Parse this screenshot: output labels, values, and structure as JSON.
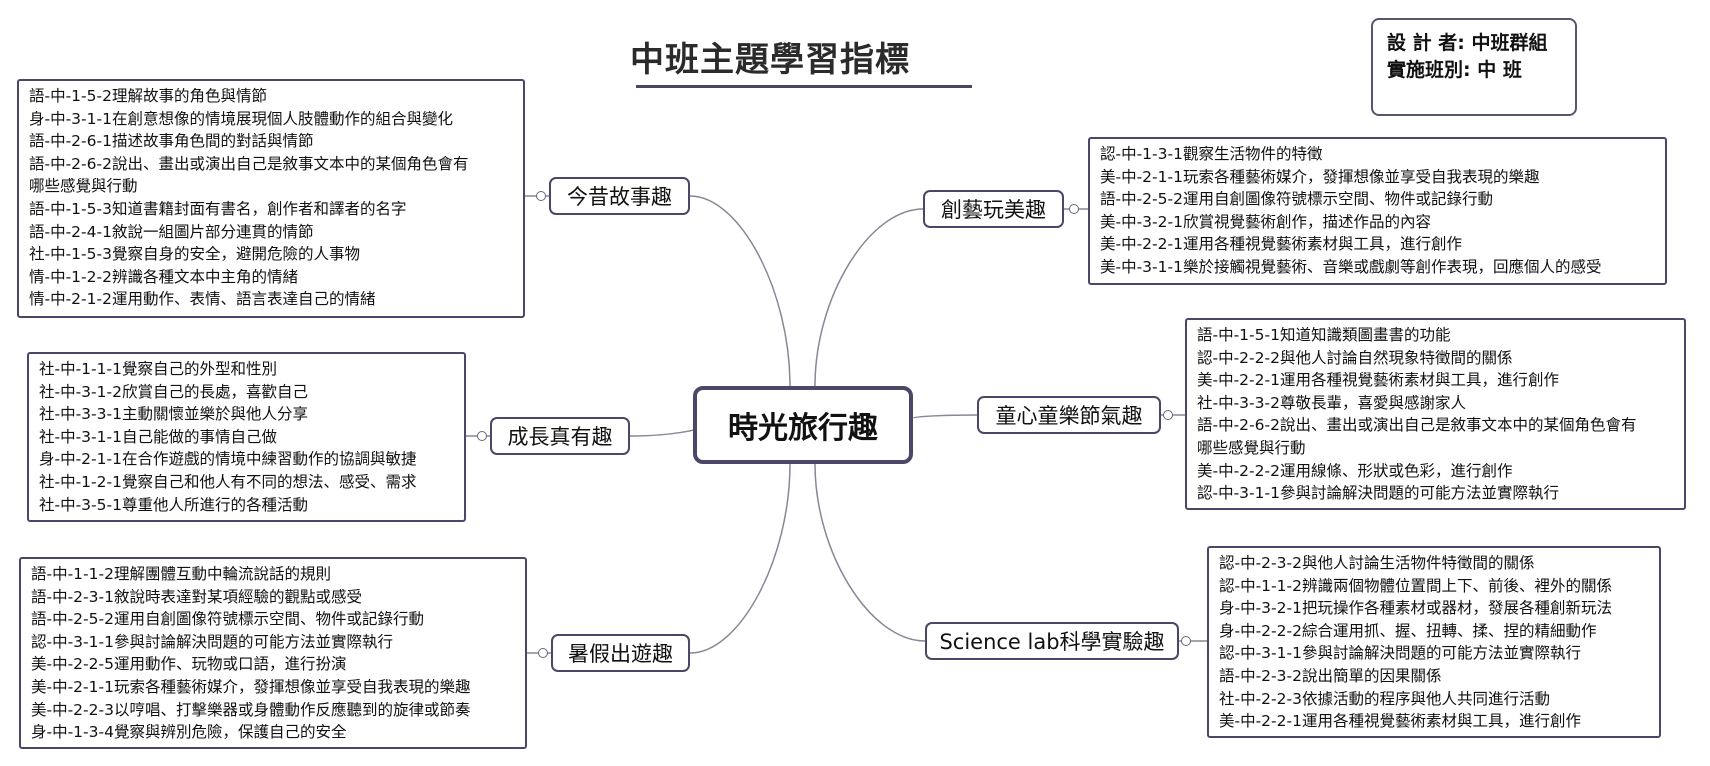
{
  "page_title": "中班主題學習指標",
  "designer": {
    "line1": "設 計 者:  中班群組",
    "line2": "實施班別:  中    班"
  },
  "center_topic": "時光旅行趣",
  "branches": {
    "story": {
      "label": "今昔故事趣",
      "items": [
        "語-中-1-5-2理解故事的角色與情節",
        "身-中-3-1-1在創意想像的情境展現個人肢體動作的組合與變化",
        "語-中-2-6-1描述故事角色間的對話與情節",
        "語-中-2-6-2說出、畫出或演出自己是敘事文本中的某個角色會有",
        "哪些感覺與行動",
        "語-中-1-5-3知道書籍封面有書名，創作者和譯者的名字",
        "語-中-2-4-1敘說一組圖片部分連貫的情節",
        "社-中-1-5-3覺察自身的安全，避開危險的人事物",
        "情-中-1-2-2辨識各種文本中主角的情緒",
        "情-中-2-1-2運用動作、表情、語言表達自己的情緒"
      ]
    },
    "growth": {
      "label": "成長真有趣",
      "items": [
        "社-中-1-1-1覺察自己的外型和性別",
        "社-中-3-1-2欣賞自己的長處，喜歡自己",
        "社-中-3-3-1主動關懷並樂於與他人分享",
        "社-中-3-1-1自己能做的事情自己做",
        "身-中-2-1-1在合作遊戲的情境中練習動作的協調與敏捷",
        "社-中-1-2-1覺察自己和他人有不同的想法、感受、需求",
        "社-中-3-5-1尊重他人所進行的各種活動"
      ]
    },
    "summer": {
      "label": "暑假出遊趣",
      "items": [
        "語-中-1-1-2理解團體互動中輪流說話的規則",
        "語-中-2-3-1敘說時表達對某項經驗的觀點或感受",
        "語-中-2-5-2運用自創圖像符號標示空間、物件或記錄行動",
        "認-中-3-1-1參與討論解決問題的可能方法並實際執行",
        "美-中-2-2-5運用動作、玩物或口語，進行扮演",
        "美-中-2-1-1玩索各種藝術媒介，發揮想像並享受自我表現的樂趣",
        "美-中-2-2-3以哼唱、打擊樂器或身體動作反應聽到的旋律或節奏",
        "身-中-1-3-4覺察與辨別危險，保護自己的安全"
      ]
    },
    "art": {
      "label": "創藝玩美趣",
      "items": [
        "認-中-1-3-1觀察生活物件的特徵",
        "美-中-2-1-1玩索各種藝術媒介，發揮想像並享受自我表現的樂趣",
        "語-中-2-5-2運用自創圖像符號標示空間、物件或記錄行動",
        "美-中-3-2-1欣賞視覺藝術創作，描述作品的內容",
        "美-中-2-2-1運用各種視覺藝術素材與工具，進行創作",
        "美-中-3-1-1樂於接觸視覺藝術、音樂或戲劇等創作表現，回應個人的感受"
      ]
    },
    "festival": {
      "label": "童心童樂節氣趣",
      "items": [
        "語-中-1-5-1知道知識類圖畫書的功能",
        "認-中-2-2-2與他人討論自然現象特徵間的關係",
        "美-中-2-2-1運用各種視覺藝術素材與工具，進行創作",
        "社-中-3-3-2尊敬長輩，喜愛與感謝家人",
        "語-中-2-6-2說出、畫出或演出自己是敘事文本中的某個角色會有",
        "哪些感覺與行動",
        "美-中-2-2-2運用線條、形狀或色彩，進行創作",
        "認-中-3-1-1參與討論解決問題的可能方法並實際執行"
      ]
    },
    "science": {
      "label": "Science lab科學實驗趣",
      "items": [
        "認-中-2-3-2與他人討論生活物件特徵間的關係",
        "認-中-1-1-2辨識兩個物體位置間上下、前後、裡外的關係",
        "身-中-3-2-1把玩操作各種素材或器材，發展各種創新玩法",
        "身-中-2-2-2綜合運用抓、握、扭轉、揉、捏的精細動作",
        "認-中-3-1-1參與討論解決問題的可能方法並實際執行",
        "語-中-2-3-2說出簡單的因果關係",
        "社-中-2-2-3依據活動的程序與他人共同進行活動",
        "美-中-2-2-1運用各種視覺藝術素材與工具，進行創作"
      ]
    }
  },
  "colors": {
    "border": "#4e4668",
    "connector": "#8a8698"
  }
}
